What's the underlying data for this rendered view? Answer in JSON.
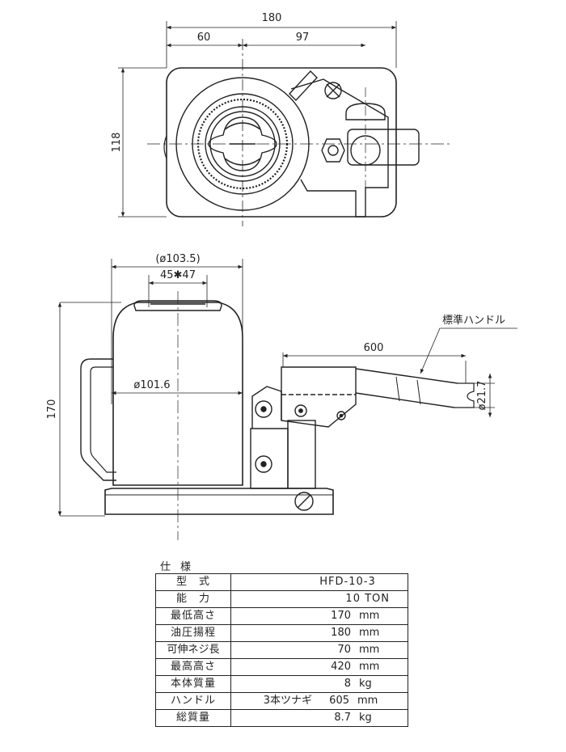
{
  "dimensions": {
    "top_width": "180",
    "top_left": "60",
    "top_right": "97",
    "top_height": "118",
    "outer_dia": "(ø103.5)",
    "head_size": "45✱47",
    "height": "170",
    "body_dia": "ø101.6",
    "handle_length": "600",
    "handle_dia": "ø21.7",
    "handle_label": "標準ハンドル"
  },
  "spec": {
    "title": "仕様",
    "rows": [
      {
        "label": "型　式",
        "value": "HFD-10-3"
      },
      {
        "label": "能　力",
        "value": "10 TON"
      },
      {
        "label": "最低高さ",
        "value": "170",
        "unit": "mm"
      },
      {
        "label": "油圧揚程",
        "value": "180",
        "unit": "mm"
      },
      {
        "label": "可伸ネジ長",
        "value": "70",
        "unit": "mm"
      },
      {
        "label": "最高高さ",
        "value": "420",
        "unit": "mm"
      },
      {
        "label": "本体質量",
        "value": "8",
        "unit": "kg"
      },
      {
        "label": "ハンドル",
        "prefix": "3本ツナギ",
        "value": "605",
        "unit": "mm"
      },
      {
        "label": "総質量",
        "value": "8.7",
        "unit": "kg"
      }
    ]
  }
}
